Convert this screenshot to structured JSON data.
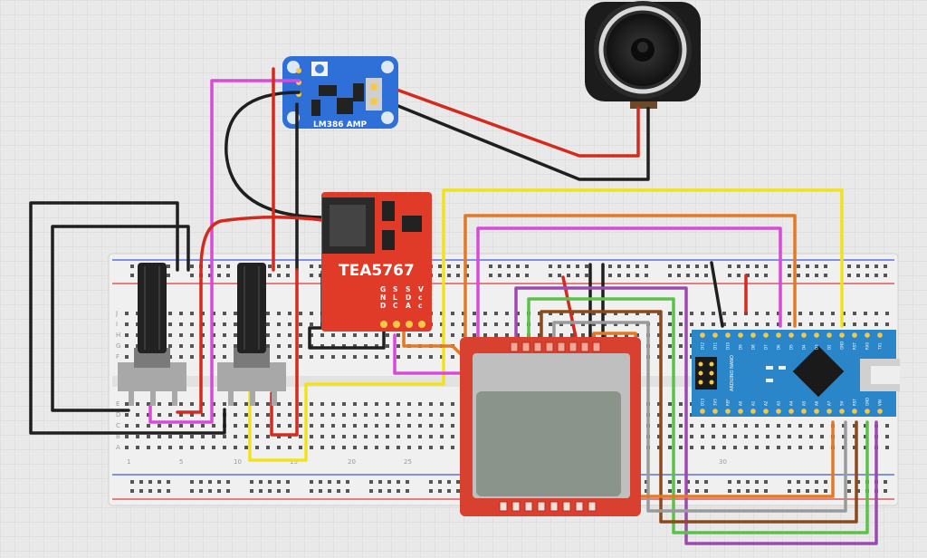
{
  "amp": {
    "label": "LM386 AMP"
  },
  "radio": {
    "label": "TEA5767",
    "pin_labels": [
      "G\nN\nD",
      "S\nL\nC",
      "S\nD\nA",
      "V\nc\nc"
    ]
  },
  "nano": {
    "label": "ARDUINO NANO",
    "top_pins": [
      "D12",
      "D11",
      "D10",
      "D9",
      "D8",
      "D7",
      "D6",
      "D5",
      "D4",
      "D3",
      "D2",
      "GND",
      "RST",
      "RX0",
      "TX1"
    ],
    "bottom_pins": [
      "D13",
      "3V3",
      "REF",
      "A0",
      "A1",
      "A2",
      "A3",
      "A4",
      "A5",
      "A6",
      "A7",
      "5V",
      "RST",
      "GND",
      "VIN"
    ]
  },
  "breadboard": {
    "row_letters": [
      "J",
      "I",
      "H",
      "G",
      "F",
      "E",
      "D",
      "C",
      "B",
      "A"
    ],
    "column_numbers": [
      "1",
      "5",
      "10",
      "15",
      "20",
      "25",
      "30"
    ]
  },
  "colors": {
    "red": "#d42a1e",
    "black": "#1f1f1f",
    "magenta": "#d84ad8",
    "yellow": "#f2e21c",
    "orange": "#e07a26",
    "brown": "#8b4a1c",
    "purple": "#9b4ab0",
    "green": "#5cc04a",
    "gray": "#9a9a9a",
    "amp_board": "#2f6fd8",
    "radio_board": "#e03a28",
    "nano_board": "#2a86c8",
    "lcd_board": "#d8402f"
  }
}
